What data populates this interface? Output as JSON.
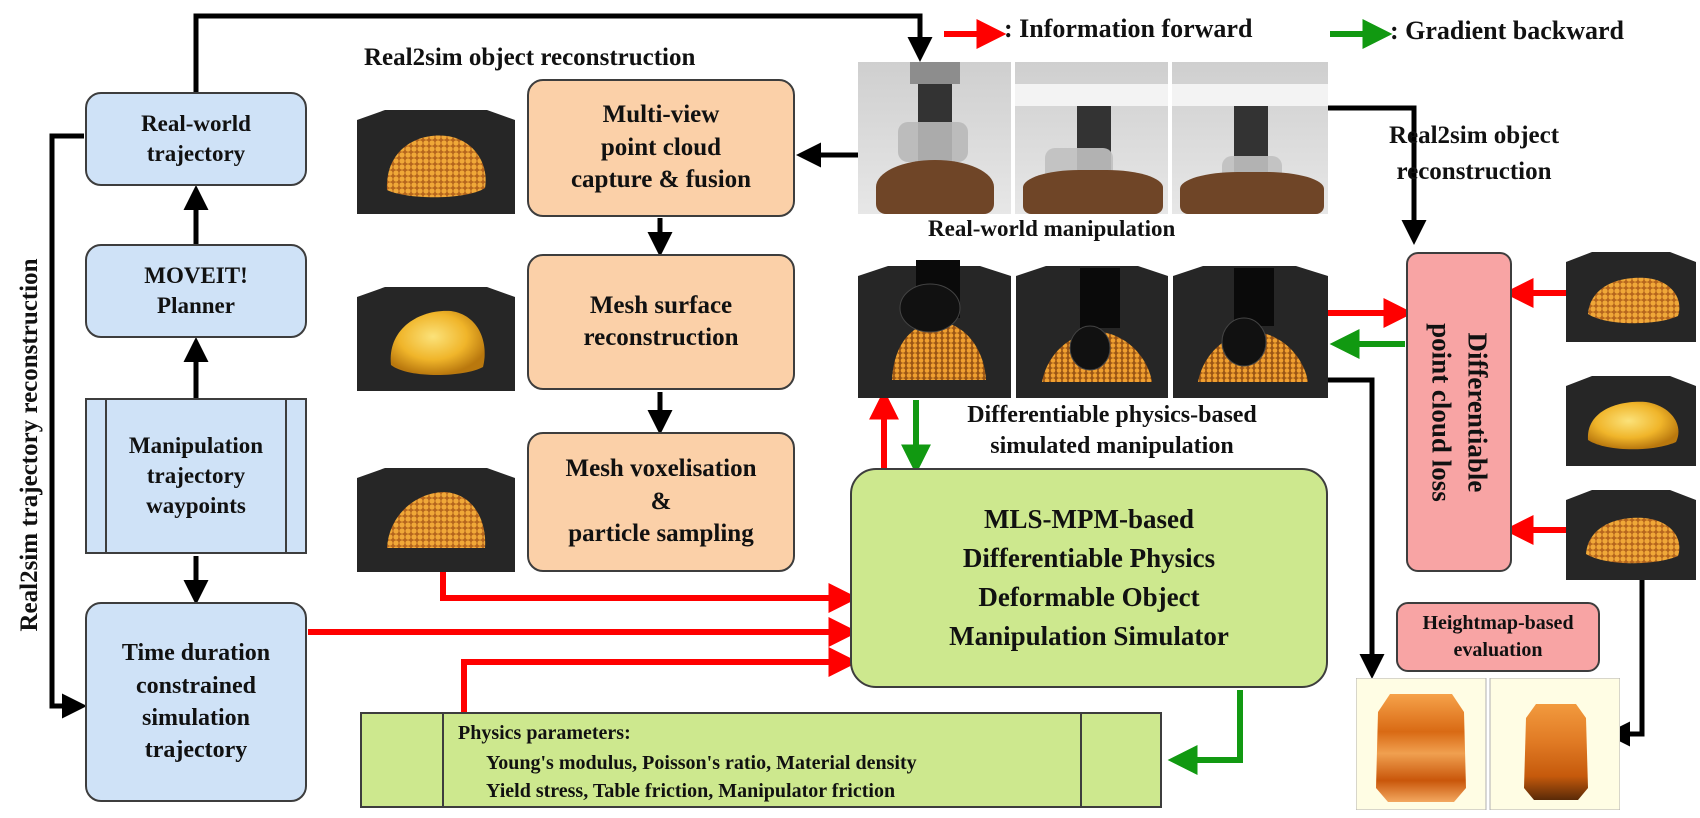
{
  "legend": {
    "forward_label": ": Information forward",
    "backward_label": ": Gradient backward",
    "forward_color": "#ff0000",
    "backward_color": "#119911"
  },
  "left_column": {
    "vertical_label": "Real2sim trajectory reconstruction",
    "real_world_trajectory": [
      "Real-world",
      "trajectory"
    ],
    "moveit_planner": [
      "MOVEIT!",
      "Planner"
    ],
    "waypoints": [
      "Manipulation",
      "trajectory",
      "waypoints"
    ],
    "time_duration": [
      "Time duration",
      "constrained",
      "simulation",
      "trajectory"
    ]
  },
  "reconstruction": {
    "section_title": "Real2sim object reconstruction",
    "step1": [
      "Multi-view",
      "point cloud",
      "capture & fusion"
    ],
    "step2": [
      "Mesh surface",
      "reconstruction"
    ],
    "step3": [
      "Mesh voxelisation",
      "&",
      "particle sampling"
    ]
  },
  "real_world": {
    "caption": "Real-world manipulation",
    "right_title": [
      "Real2sim object",
      "reconstruction"
    ]
  },
  "simulation": {
    "caption": [
      "Differentiable physics-based",
      "simulated manipulation"
    ],
    "simulator": [
      "MLS-MPM-based",
      "Differentiable Physics",
      "Deformable Object",
      "Manipulation Simulator"
    ]
  },
  "loss": {
    "label": [
      "Differentiable",
      "point cloud loss"
    ]
  },
  "evaluation": {
    "label": [
      "Heightmap-based",
      "evaluation"
    ]
  },
  "parameters": {
    "title": "Physics  parameters:",
    "line1": "Young's modulus,  Poisson's ratio,  Material density",
    "line2": "Yield stress,  Table friction,  Manipulator friction"
  },
  "colors": {
    "blue_box": "#cfe2f7",
    "orange_box": "#fbd0a8",
    "green_box": "#cde88e",
    "pink_box": "#f8a4a4",
    "dough": "#e39a36",
    "dark_bg": "#262626"
  }
}
